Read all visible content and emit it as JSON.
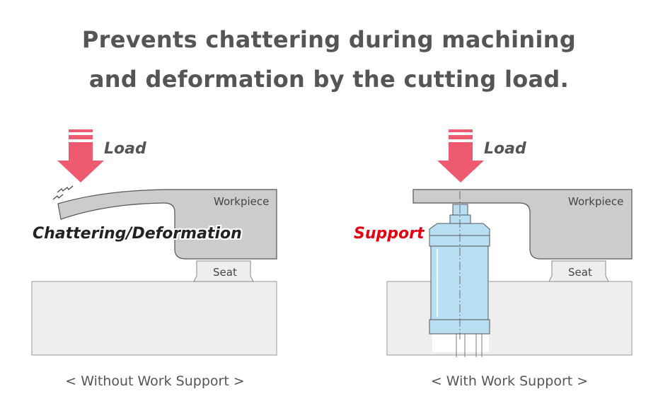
{
  "title": {
    "line1": "Prevents chattering during machining",
    "line2": "and deformation by the cutting load."
  },
  "left_panel": {
    "load_label": "Load",
    "workpiece_label": "Workpiece",
    "seat_label": "Seat",
    "chatter_label": "Chattering/Deformation",
    "caption": "< Without Work Support >"
  },
  "right_panel": {
    "load_label": "Load",
    "workpiece_label": "Workpiece",
    "seat_label": "Seat",
    "support_label": "Support",
    "caption": "< With Work Support >"
  },
  "colors": {
    "arrow": "#ee5a70",
    "workpiece": "#cccccc",
    "base": "#eeeeee",
    "support_body": "#b8def2",
    "support_label": "#e60012",
    "text": "#555555"
  },
  "icons": [
    "load-arrow-icon",
    "vibration-icon",
    "work-support-icon"
  ]
}
